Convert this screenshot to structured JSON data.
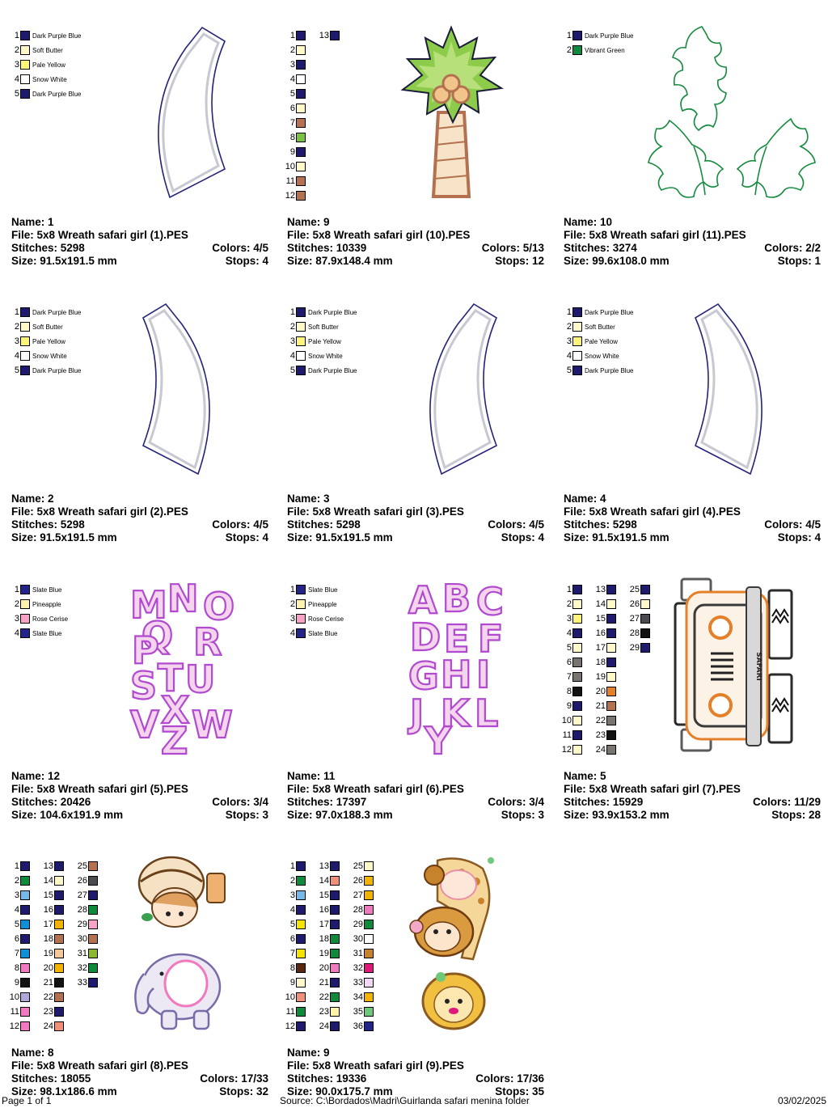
{
  "colors": {
    "dpb": "#1e1a6e",
    "butter": "#fff8c8",
    "paleyellow": "#fff57a",
    "white": "#ffffff",
    "slate": "#23238a",
    "pine": "#fff2b0",
    "rose": "#f7a2c7",
    "tan": "#b4714f",
    "green": "#7ac142",
    "dgreen": "#0f8a3c",
    "black": "#121212",
    "gray": "#7a7470",
    "orange": "#e47f2a",
    "lblue": "#76b8e8",
    "blue": "#118fd4",
    "lilac": "#b0a8d8",
    "peach": "#f5c79c",
    "pink": "#f07ac0",
    "magenta": "#e0187a",
    "yellow": "#f5e400",
    "brown": "#5a2810",
    "salmon": "#f0907a",
    "mint": "#6ec87a",
    "gold": "#f2b400",
    "cream": "#fff4a8",
    "olive": "#8ab832",
    "lavender": "#f3d8f5",
    "dgray": "#4a4a50",
    "ochre": "#c98a2e",
    "caramel": "#c7832c",
    "orange2": "#f08a24"
  },
  "designs": [
    {
      "name_label": "Name: 1",
      "file_label": "File: 5x8 Wreath safari girl (1).PES",
      "stitches_label": "Stitches: 5298",
      "colors_label": "Colors: 4/5",
      "size_label": "Size: 91.5x191.5 mm",
      "stops_label": "Stops: 4",
      "legend": [
        {
          "n": "1",
          "c": "dpb",
          "label": "Dark Purple Blue"
        },
        {
          "n": "2",
          "c": "butter",
          "label": "Soft Butter"
        },
        {
          "n": "3",
          "c": "paleyellow",
          "label": "Pale Yellow"
        },
        {
          "n": "4",
          "c": "white",
          "label": "Snow White"
        },
        {
          "n": "5",
          "c": "dpb",
          "label": "Dark Purple Blue"
        }
      ]
    },
    {
      "name_label": "Name: 9",
      "file_label": "File: 5x8 Wreath safari girl (10).PES",
      "stitches_label": "Stitches: 10339",
      "colors_label": "Colors: 5/13",
      "size_label": "Size: 87.9x148.4 mm",
      "stops_label": "Stops: 12",
      "legend": [
        {
          "n": "1",
          "c": "dpb"
        },
        {
          "n": "2",
          "c": "butter"
        },
        {
          "n": "3",
          "c": "dpb"
        },
        {
          "n": "4",
          "c": "white"
        },
        {
          "n": "5",
          "c": "dpb"
        },
        {
          "n": "6",
          "c": "butter"
        },
        {
          "n": "7",
          "c": "tan"
        },
        {
          "n": "8",
          "c": "green"
        },
        {
          "n": "9",
          "c": "dpb"
        },
        {
          "n": "10",
          "c": "butter"
        },
        {
          "n": "11",
          "c": "tan"
        },
        {
          "n": "12",
          "c": "tan"
        },
        {
          "n": "13",
          "c": "dpb"
        }
      ]
    },
    {
      "name_label": "Name: 10",
      "file_label": "File: 5x8 Wreath safari girl (11).PES",
      "stitches_label": "Stitches: 3274",
      "colors_label": "Colors: 2/2",
      "size_label": "Size: 99.6x108.0 mm",
      "stops_label": "Stops: 1",
      "legend": [
        {
          "n": "1",
          "c": "dpb",
          "label": "Dark Purple Blue"
        },
        {
          "n": "2",
          "c": "dgreen",
          "label": "Vibrant Green"
        }
      ]
    },
    {
      "name_label": "Name: 2",
      "file_label": "File: 5x8 Wreath safari girl (2).PES",
      "stitches_label": "Stitches: 5298",
      "colors_label": "Colors: 4/5",
      "size_label": "Size: 91.5x191.5 mm",
      "stops_label": "Stops: 4",
      "legend": [
        {
          "n": "1",
          "c": "dpb",
          "label": "Dark Purple Blue"
        },
        {
          "n": "2",
          "c": "butter",
          "label": "Soft Butter"
        },
        {
          "n": "3",
          "c": "paleyellow",
          "label": "Pale Yellow"
        },
        {
          "n": "4",
          "c": "white",
          "label": "Snow White"
        },
        {
          "n": "5",
          "c": "dpb",
          "label": "Dark Purple Blue"
        }
      ]
    },
    {
      "name_label": "Name: 3",
      "file_label": "File: 5x8 Wreath safari girl (3).PES",
      "stitches_label": "Stitches: 5298",
      "colors_label": "Colors: 4/5",
      "size_label": "Size: 91.5x191.5 mm",
      "stops_label": "Stops: 4",
      "legend": [
        {
          "n": "1",
          "c": "dpb",
          "label": "Dark Purple Blue"
        },
        {
          "n": "2",
          "c": "butter",
          "label": "Soft Butter"
        },
        {
          "n": "3",
          "c": "paleyellow",
          "label": "Pale Yellow"
        },
        {
          "n": "4",
          "c": "white",
          "label": "Snow White"
        },
        {
          "n": "5",
          "c": "dpb",
          "label": "Dark Purple Blue"
        }
      ]
    },
    {
      "name_label": "Name: 4",
      "file_label": "File: 5x8 Wreath safari girl (4).PES",
      "stitches_label": "Stitches: 5298",
      "colors_label": "Colors: 4/5",
      "size_label": "Size: 91.5x191.5 mm",
      "stops_label": "Stops: 4",
      "legend": [
        {
          "n": "1",
          "c": "dpb",
          "label": "Dark Purple Blue"
        },
        {
          "n": "2",
          "c": "butter",
          "label": "Soft Butter"
        },
        {
          "n": "3",
          "c": "paleyellow",
          "label": "Pale Yellow"
        },
        {
          "n": "4",
          "c": "white",
          "label": "Snow White"
        },
        {
          "n": "5",
          "c": "dpb",
          "label": "Dark Purple Blue"
        }
      ]
    },
    {
      "name_label": "Name: 12",
      "file_label": "File: 5x8 Wreath safari girl (5).PES",
      "stitches_label": "Stitches: 20426",
      "colors_label": "Colors: 3/4",
      "size_label": "Size: 104.6x191.9 mm",
      "stops_label": "Stops: 3",
      "legend": [
        {
          "n": "1",
          "c": "slate",
          "label": "Slate Blue"
        },
        {
          "n": "2",
          "c": "pine",
          "label": "Pineapple"
        },
        {
          "n": "3",
          "c": "rose",
          "label": "Rose Cerise"
        },
        {
          "n": "4",
          "c": "slate",
          "label": "Slate Blue"
        }
      ]
    },
    {
      "name_label": "Name: 11",
      "file_label": "File: 5x8 Wreath safari girl (6).PES",
      "stitches_label": "Stitches: 17397",
      "colors_label": "Colors: 3/4",
      "size_label": "Size: 97.0x188.3 mm",
      "stops_label": "Stops: 3",
      "legend": [
        {
          "n": "1",
          "c": "slate",
          "label": "Slate Blue"
        },
        {
          "n": "2",
          "c": "pine",
          "label": "Pineapple"
        },
        {
          "n": "3",
          "c": "rose",
          "label": "Rose Cerise"
        },
        {
          "n": "4",
          "c": "slate",
          "label": "Slate Blue"
        }
      ]
    },
    {
      "name_label": "Name: 5",
      "file_label": "File: 5x8 Wreath safari girl (7).PES",
      "stitches_label": "Stitches: 15929",
      "colors_label": "Colors: 11/29",
      "size_label": "Size: 93.9x153.2 mm",
      "stops_label": "Stops: 28",
      "legend": [
        {
          "n": "1",
          "c": "dpb"
        },
        {
          "n": "2",
          "c": "butter"
        },
        {
          "n": "3",
          "c": "paleyellow"
        },
        {
          "n": "4",
          "c": "dpb"
        },
        {
          "n": "5",
          "c": "butter"
        },
        {
          "n": "6",
          "c": "gray"
        },
        {
          "n": "7",
          "c": "gray"
        },
        {
          "n": "8",
          "c": "black"
        },
        {
          "n": "9",
          "c": "dpb"
        },
        {
          "n": "10",
          "c": "butter"
        },
        {
          "n": "11",
          "c": "dpb"
        },
        {
          "n": "12",
          "c": "butter"
        },
        {
          "n": "13",
          "c": "dpb"
        },
        {
          "n": "14",
          "c": "butter"
        },
        {
          "n": "15",
          "c": "dpb"
        },
        {
          "n": "16",
          "c": "dpb"
        },
        {
          "n": "17",
          "c": "butter"
        },
        {
          "n": "18",
          "c": "dpb"
        },
        {
          "n": "19",
          "c": "butter"
        },
        {
          "n": "20",
          "c": "orange"
        },
        {
          "n": "21",
          "c": "tan"
        },
        {
          "n": "22",
          "c": "gray"
        },
        {
          "n": "23",
          "c": "black"
        },
        {
          "n": "24",
          "c": "gray"
        },
        {
          "n": "25",
          "c": "dpb"
        },
        {
          "n": "26",
          "c": "butter"
        },
        {
          "n": "27",
          "c": "dgray"
        },
        {
          "n": "28",
          "c": "black"
        },
        {
          "n": "29",
          "c": "dpb"
        }
      ]
    },
    {
      "name_label": "Name: 8",
      "file_label": "File: 5x8 Wreath safari girl (8).PES",
      "stitches_label": "Stitches: 18055",
      "colors_label": "Colors: 17/33",
      "size_label": "Size: 98.1x186.6 mm",
      "stops_label": "Stops: 32",
      "legend": [
        {
          "n": "1",
          "c": "dpb"
        },
        {
          "n": "2",
          "c": "dgreen"
        },
        {
          "n": "3",
          "c": "lblue"
        },
        {
          "n": "4",
          "c": "dpb"
        },
        {
          "n": "5",
          "c": "blue"
        },
        {
          "n": "6",
          "c": "dpb"
        },
        {
          "n": "7",
          "c": "blue"
        },
        {
          "n": "8",
          "c": "pink"
        },
        {
          "n": "9",
          "c": "black"
        },
        {
          "n": "10",
          "c": "lilac"
        },
        {
          "n": "11",
          "c": "pink"
        },
        {
          "n": "12",
          "c": "pink"
        },
        {
          "n": "13",
          "c": "dpb"
        },
        {
          "n": "14",
          "c": "butter"
        },
        {
          "n": "15",
          "c": "dpb"
        },
        {
          "n": "16",
          "c": "dpb"
        },
        {
          "n": "17",
          "c": "gold"
        },
        {
          "n": "18",
          "c": "tan"
        },
        {
          "n": "19",
          "c": "peach"
        },
        {
          "n": "20",
          "c": "gold"
        },
        {
          "n": "21",
          "c": "black"
        },
        {
          "n": "22",
          "c": "tan"
        },
        {
          "n": "23",
          "c": "dpb"
        },
        {
          "n": "24",
          "c": "salmon"
        },
        {
          "n": "25",
          "c": "tan"
        },
        {
          "n": "26",
          "c": "dgray"
        },
        {
          "n": "27",
          "c": "dpb"
        },
        {
          "n": "28",
          "c": "dgreen"
        },
        {
          "n": "29",
          "c": "rose"
        },
        {
          "n": "30",
          "c": "tan"
        },
        {
          "n": "31",
          "c": "olive"
        },
        {
          "n": "32",
          "c": "dgreen"
        },
        {
          "n": "33",
          "c": "dpb"
        }
      ]
    },
    {
      "name_label": "Name: 9",
      "file_label": "File: 5x8 Wreath safari girl (9).PES",
      "stitches_label": "Stitches: 19336",
      "colors_label": "Colors: 17/36",
      "size_label": "Size: 90.0x175.7 mm",
      "stops_label": "Stops: 35",
      "legend": [
        {
          "n": "1",
          "c": "dpb"
        },
        {
          "n": "2",
          "c": "dgreen"
        },
        {
          "n": "3",
          "c": "lblue"
        },
        {
          "n": "4",
          "c": "dpb"
        },
        {
          "n": "5",
          "c": "yellow"
        },
        {
          "n": "6",
          "c": "dpb"
        },
        {
          "n": "7",
          "c": "yellow"
        },
        {
          "n": "8",
          "c": "brown"
        },
        {
          "n": "9",
          "c": "butter"
        },
        {
          "n": "10",
          "c": "salmon"
        },
        {
          "n": "11",
          "c": "dgreen"
        },
        {
          "n": "12",
          "c": "dpb"
        },
        {
          "n": "13",
          "c": "dpb"
        },
        {
          "n": "14",
          "c": "salmon"
        },
        {
          "n": "15",
          "c": "dpb"
        },
        {
          "n": "16",
          "c": "dpb"
        },
        {
          "n": "17",
          "c": "dpb"
        },
        {
          "n": "18",
          "c": "dgreen"
        },
        {
          "n": "19",
          "c": "dgreen"
        },
        {
          "n": "20",
          "c": "pink"
        },
        {
          "n": "21",
          "c": "dpb"
        },
        {
          "n": "22",
          "c": "dgreen"
        },
        {
          "n": "23",
          "c": "cream"
        },
        {
          "n": "24",
          "c": "dpb"
        },
        {
          "n": "25",
          "c": "butter"
        },
        {
          "n": "26",
          "c": "gold"
        },
        {
          "n": "27",
          "c": "gold"
        },
        {
          "n": "28",
          "c": "pink"
        },
        {
          "n": "29",
          "c": "dgreen"
        },
        {
          "n": "30",
          "c": "white"
        },
        {
          "n": "31",
          "c": "caramel"
        },
        {
          "n": "32",
          "c": "magenta"
        },
        {
          "n": "33",
          "c": "lavender"
        },
        {
          "n": "34",
          "c": "gold"
        },
        {
          "n": "35",
          "c": "mint"
        },
        {
          "n": "36",
          "c": "slate"
        }
      ]
    }
  ],
  "footer": {
    "page_label": "Page 1 of 1",
    "source_label": "Source: C:\\Bordados\\Madri\\Guirlanda safari menina folder",
    "date_label": "03/02/2025"
  }
}
